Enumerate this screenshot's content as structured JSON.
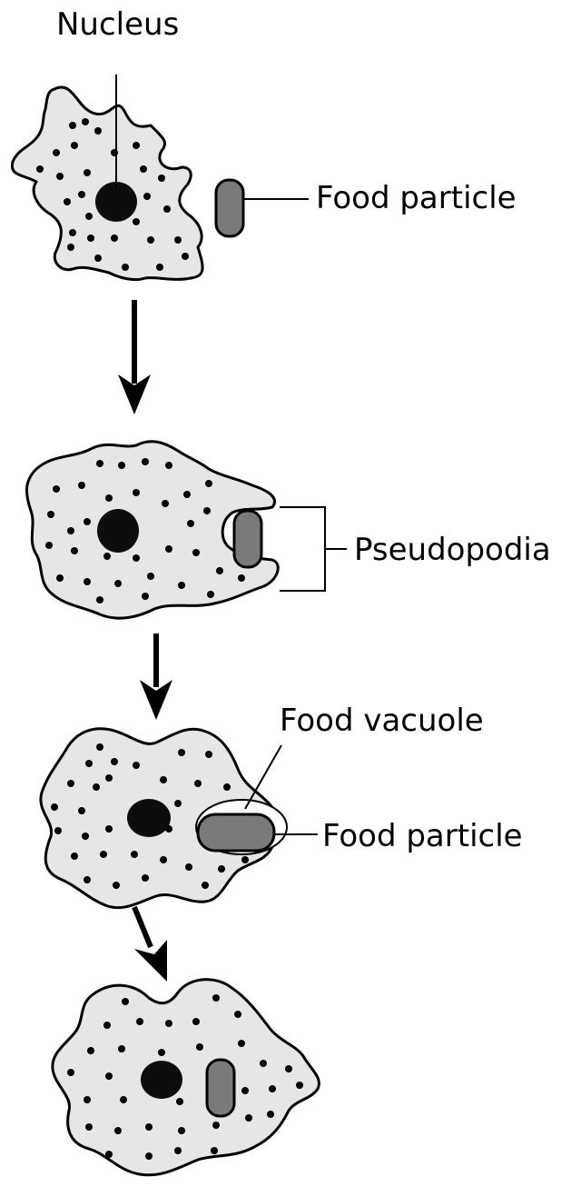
{
  "labels": {
    "nucleus": "Nucleus",
    "food_particle_1": "Food particle",
    "pseudopodia": "Pseudopodia",
    "food_vacuole": "Food vacuole",
    "food_particle_2": "Food particle"
  },
  "colors": {
    "cytoplasm": "#e6e6e6",
    "nucleus": "#0d0d0d",
    "food_particle": "#7a7a7a",
    "outline": "#000000",
    "vacuole": "#ffffff"
  }
}
